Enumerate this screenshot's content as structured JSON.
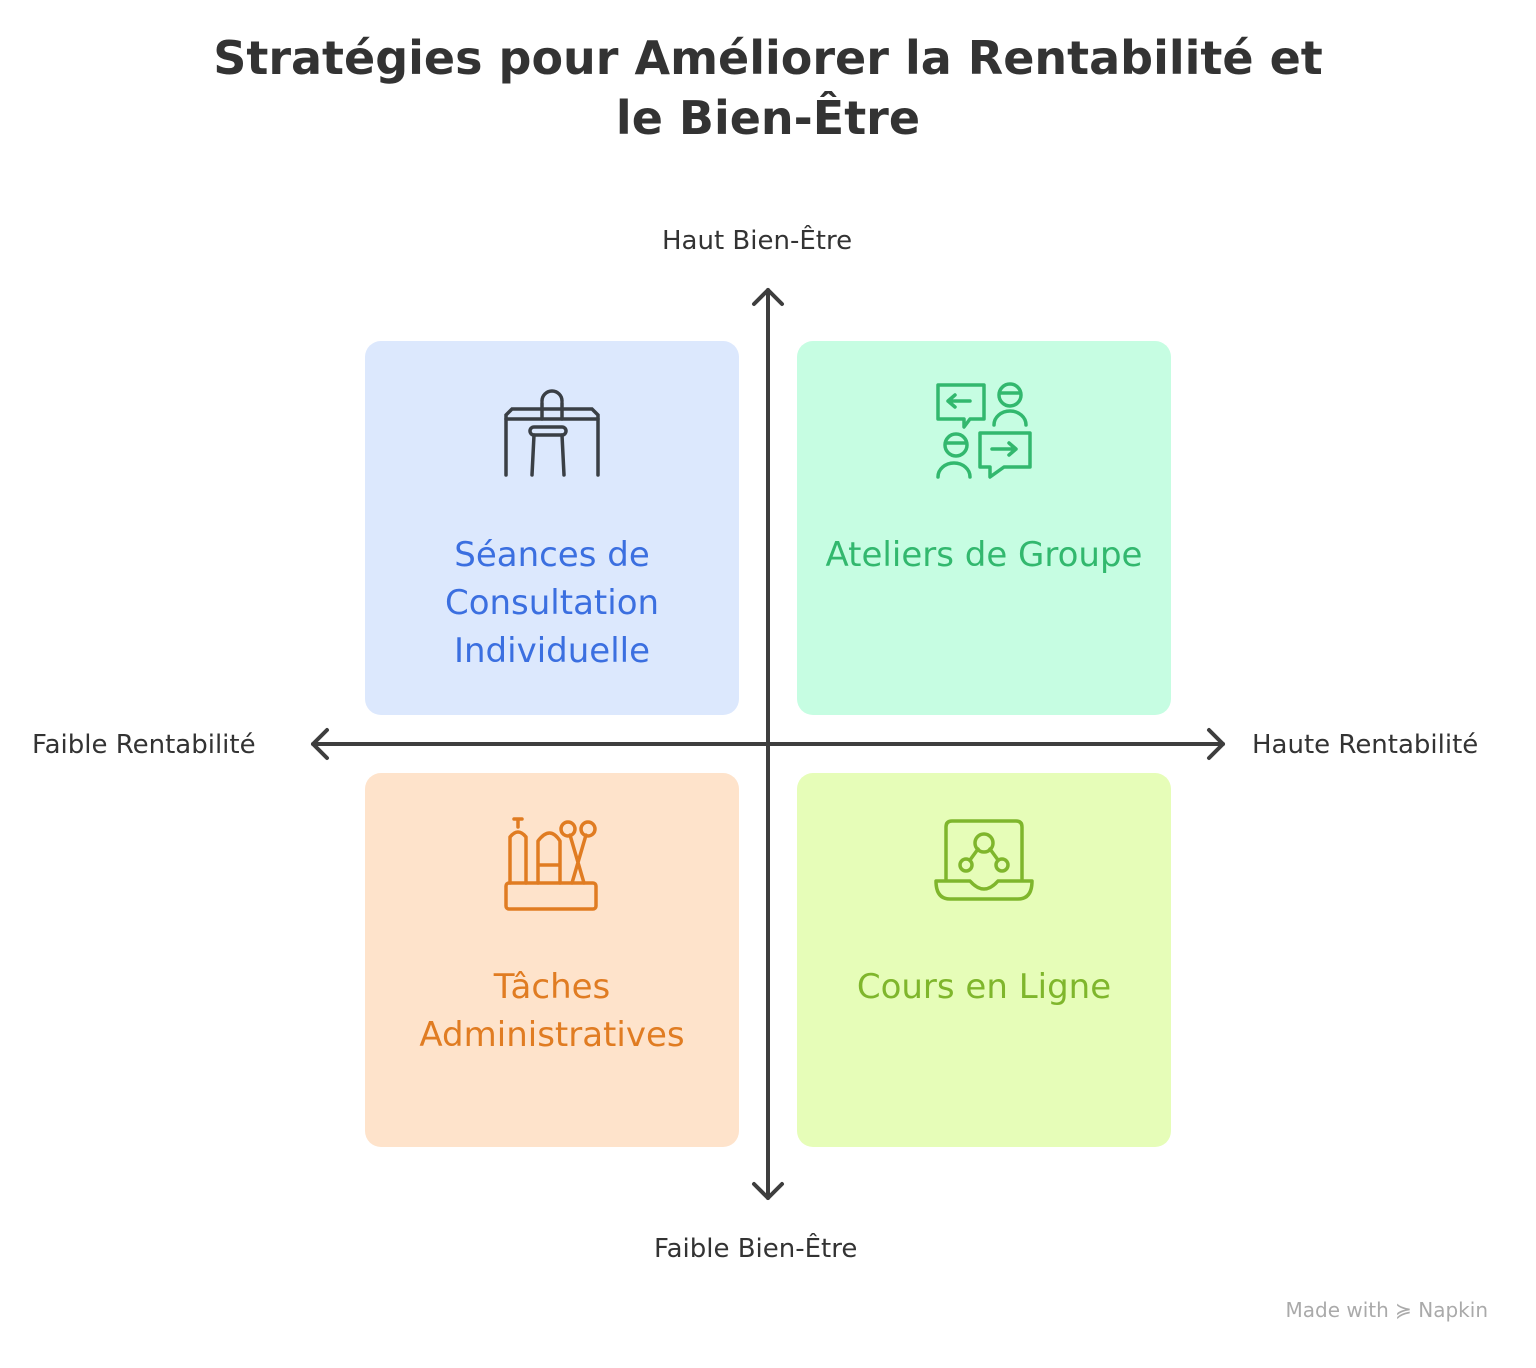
{
  "title_line1": "Stratégies pour Améliorer la Rentabilité et",
  "title_line2": "le Bien-Être",
  "axes": {
    "top": "Haut Bien-Être",
    "bottom": "Faible Bien-Être",
    "left": "Faible Rentabilité",
    "right": "Haute Rentabilité"
  },
  "quadrants": [
    {
      "label": "Séances de Consultation Individuelle",
      "icon": "desk-chair-icon",
      "bg": "#dce8fd",
      "color": "#3b6fe0"
    },
    {
      "label": "Ateliers de Groupe",
      "icon": "group-chat-icon",
      "bg": "#c6fde2",
      "color": "#32b86e"
    },
    {
      "label": "Tâches Administratives",
      "icon": "office-supplies-icon",
      "bg": "#fee3cb",
      "color": "#e07c22"
    },
    {
      "label": "Cours en Ligne",
      "icon": "online-course-icon",
      "bg": "#e6fdb8",
      "color": "#7fb62c"
    }
  ],
  "footer": "Made with ≽ Napkin"
}
